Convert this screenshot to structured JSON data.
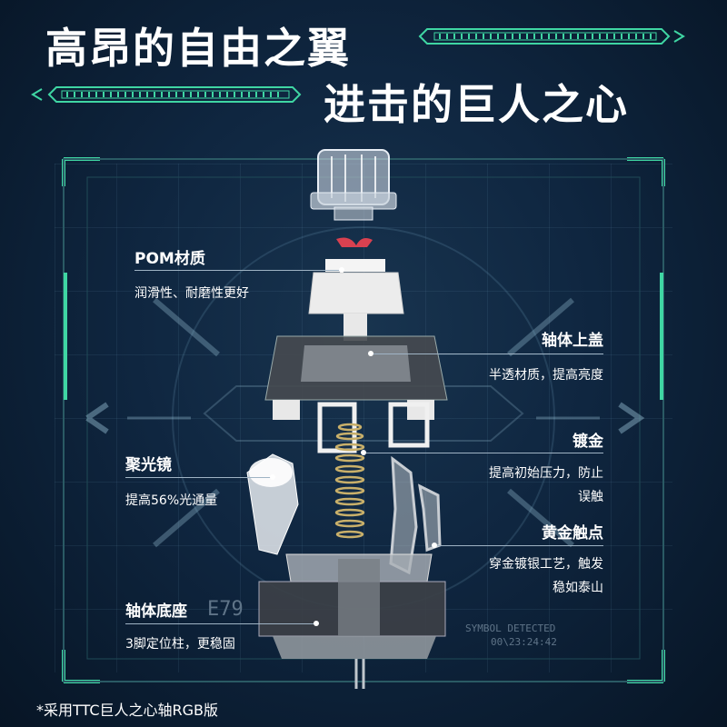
{
  "headline": {
    "line1": "高昂的自由之翼",
    "line2": "进击的巨人之心"
  },
  "callouts": {
    "pom": {
      "title": "POM材质",
      "desc": "润滑性、耐磨性更好"
    },
    "top_housing": {
      "title": "轴体上盖",
      "desc": "半透材质，提高亮度"
    },
    "lens": {
      "title": "聚光镜",
      "desc": "提高56%光通量"
    },
    "gold_plating": {
      "title": "镀金",
      "desc_line1": "提高初始压力，防止",
      "desc_line2": "误触"
    },
    "gold_contact": {
      "title": "黄金触点",
      "desc_line1": "穿金镀银工艺，触发",
      "desc_line2": "稳如泰山"
    },
    "bottom_housing": {
      "title": "轴体底座",
      "desc": "3脚定位柱，更稳固"
    }
  },
  "hud": {
    "symbol_detected": "SYMBOL DETECTED",
    "time": "00\\23:24:42",
    "code": "E79"
  },
  "footnote": "*采用TTC巨人之心轴RGB版",
  "colors": {
    "accent": "#3fd6a3",
    "background": "#0f2640",
    "text": "#ffffff"
  }
}
